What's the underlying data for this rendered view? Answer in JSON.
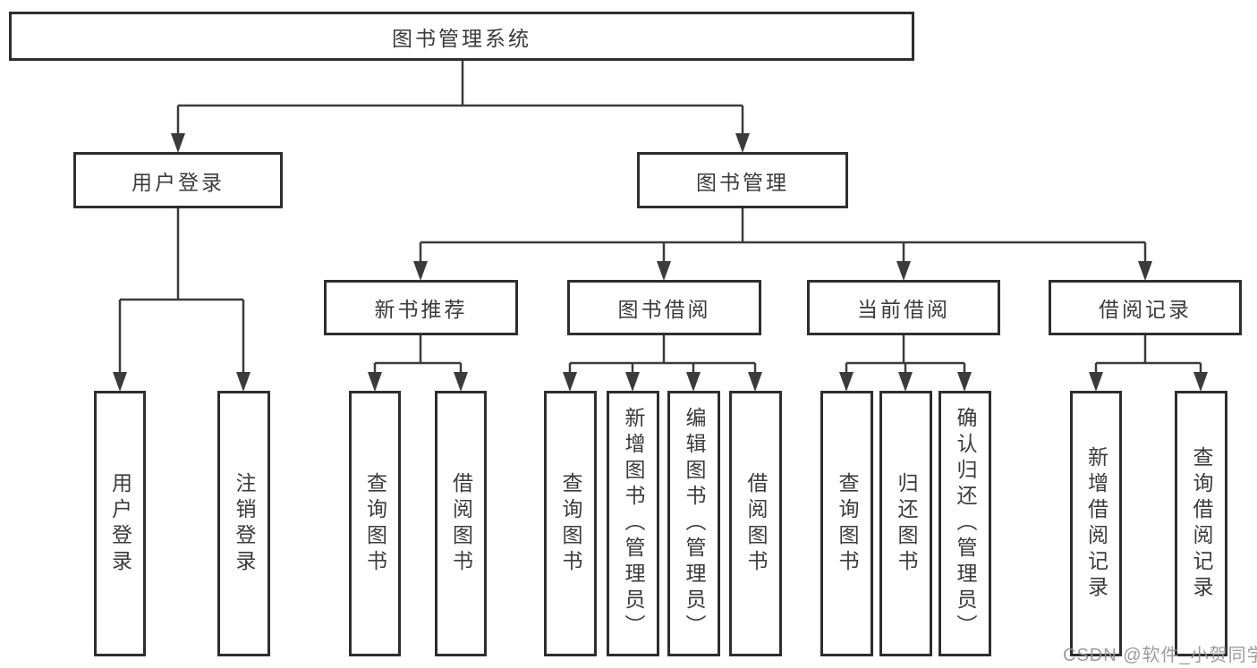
{
  "tree": {
    "root": {
      "label": "图书管理系统",
      "children": [
        {
          "label": "用户登录",
          "children": [
            {
              "label": "用户登录"
            },
            {
              "label": "注销登录"
            }
          ]
        },
        {
          "label": "图书管理",
          "children": [
            {
              "label": "新书推荐",
              "children": [
                {
                  "label": "查询图书"
                },
                {
                  "label": "借阅图书"
                }
              ]
            },
            {
              "label": "图书借阅",
              "children": [
                {
                  "label": "查询图书"
                },
                {
                  "label": "新增图书（管理员）"
                },
                {
                  "label": "编辑图书（管理员）"
                },
                {
                  "label": "借阅图书"
                }
              ]
            },
            {
              "label": "当前借阅",
              "children": [
                {
                  "label": "查询图书"
                },
                {
                  "label": "归还图书"
                },
                {
                  "label": "确认归还（管理员）"
                }
              ]
            },
            {
              "label": "借阅记录",
              "children": [
                {
                  "label": "新增借阅记录"
                },
                {
                  "label": "查询借阅记录"
                }
              ]
            }
          ]
        }
      ]
    }
  },
  "watermark": "CSDN @软件_小贺同学",
  "colors": {
    "line": "#3b3b3b",
    "border": "#2e2e2e",
    "text": "#3b3b3b",
    "watermark": "#949494",
    "background": "#ffffff"
  }
}
